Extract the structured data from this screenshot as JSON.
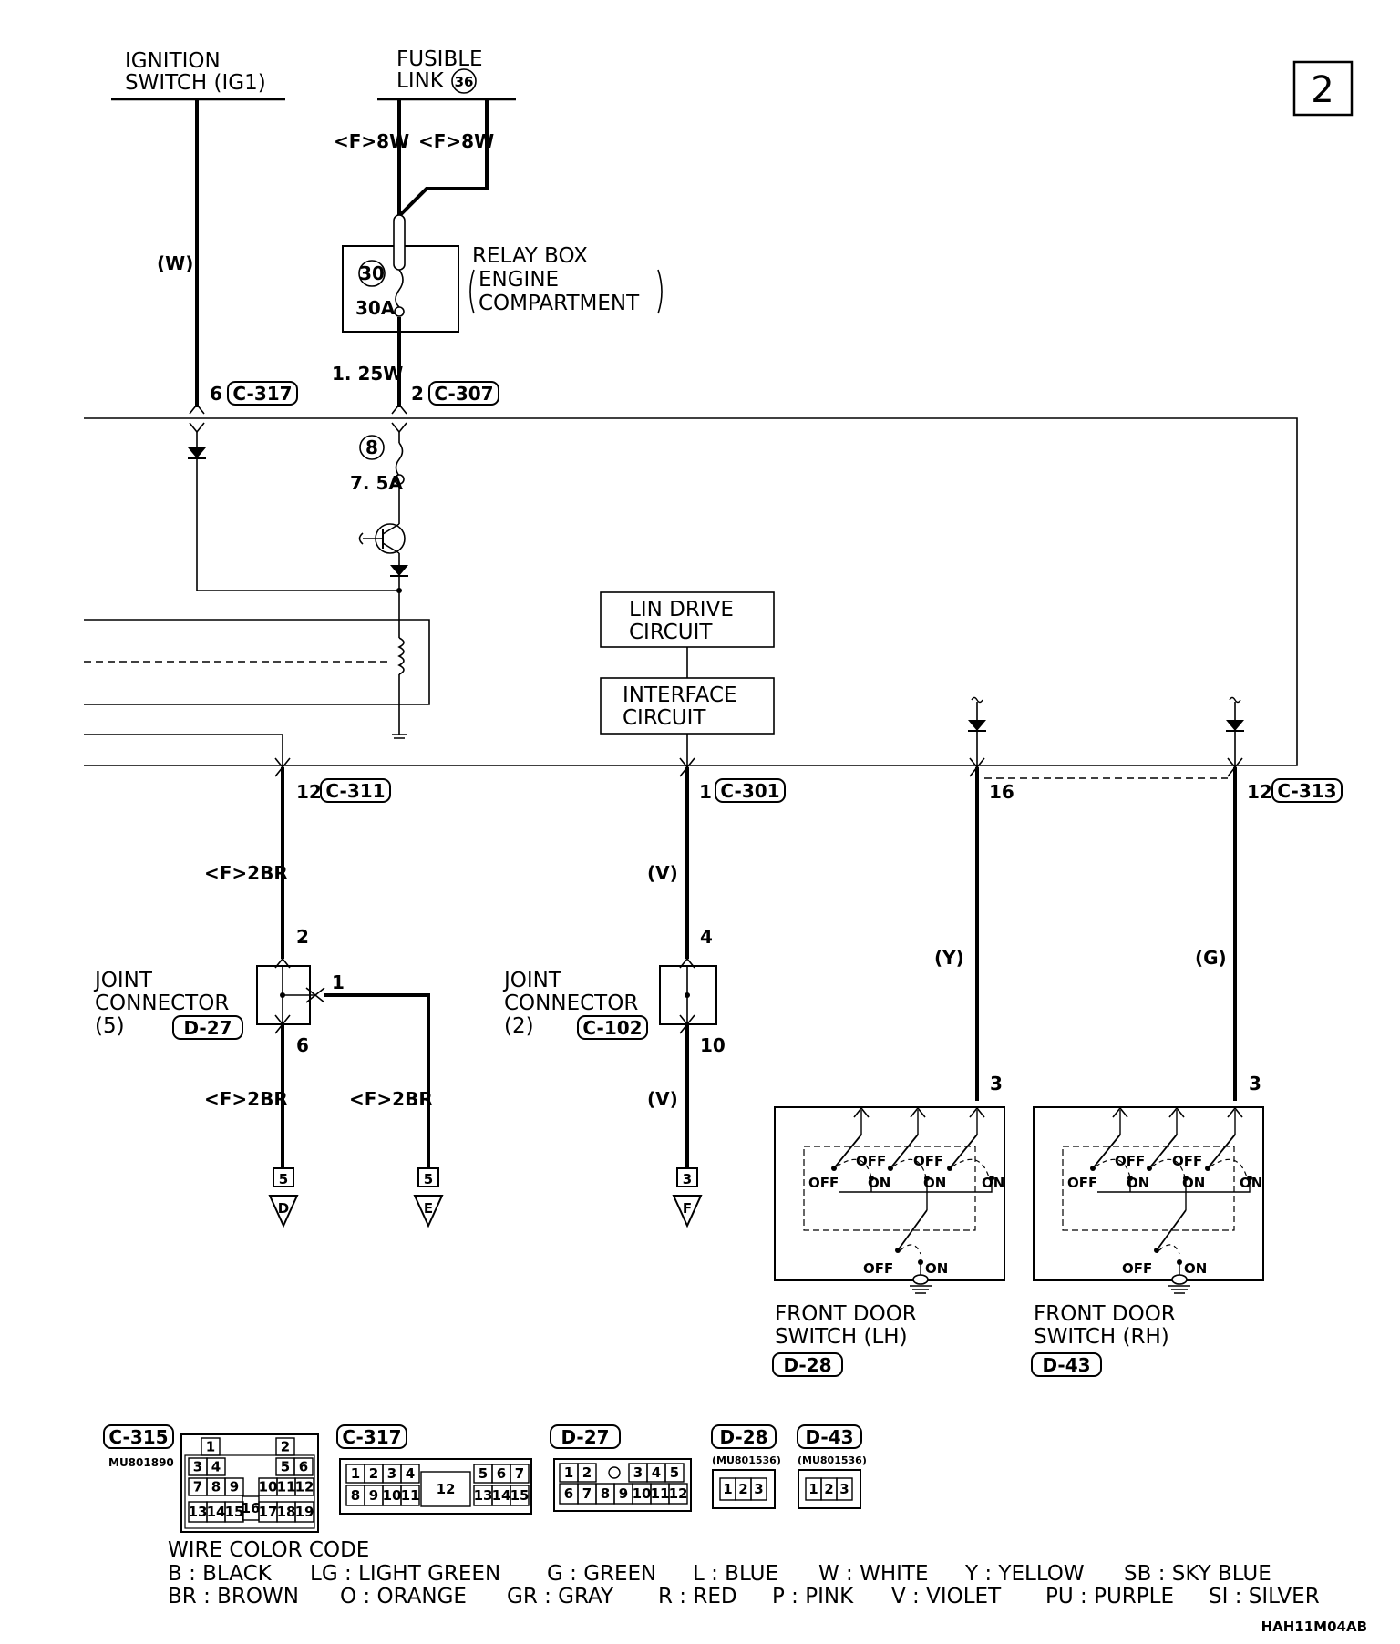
{
  "page_number": "2",
  "sources": {
    "ignition": [
      "IGNITION",
      "SWITCH (IG1)"
    ],
    "fusible": [
      "FUSIBLE",
      "LINK"
    ],
    "fusible_num": "36"
  },
  "wires": {
    "f8w_left": "<F>8W",
    "f8w_right": "<F>8W",
    "w": "(W)",
    "w125": "1. 25W",
    "f2br_a": "<F>2BR",
    "f2br_b": "<F>2BR",
    "f2br_c": "<F>2BR",
    "v_a": "(V)",
    "v_b": "(V)",
    "y": "(Y)",
    "g": "(G)"
  },
  "relay_box": {
    "title": "RELAY BOX",
    "sub1": "ENGINE",
    "sub2": "COMPARTMENT",
    "num": "30",
    "rating": "30A"
  },
  "fuse8": {
    "num": "8",
    "rating": "7. 5A"
  },
  "connectors": {
    "c317_pin": "6",
    "c317": "C-317",
    "c307_pin": "2",
    "c307": "C-307",
    "c311_pin": "12",
    "c311": "C-311",
    "c301_pin": "1",
    "c301": "C-301",
    "c313_pin16": "16",
    "c313_pin12": "12",
    "c313": "C-313"
  },
  "circuits": {
    "lin1": "LIN DRIVE",
    "lin2": "CIRCUIT",
    "intf1": "INTERFACE",
    "intf2": "CIRCUIT"
  },
  "joint5": {
    "t1": "JOINT",
    "t2": "CONNECTOR",
    "t3": "(5)",
    "id": "D-27",
    "pin_in": "2",
    "pin_out": "6",
    "pin_side": "1"
  },
  "joint2": {
    "t1": "JOINT",
    "t2": "CONNECTOR",
    "t3": "(2)",
    "id": "C-102",
    "pin_in": "4",
    "pin_out": "10"
  },
  "terminals": {
    "d": {
      "num": "5",
      "letter": "D"
    },
    "e": {
      "num": "5",
      "letter": "E"
    },
    "f": {
      "num": "3",
      "letter": "F"
    }
  },
  "door_lh": {
    "pin": "3",
    "t1": "FRONT DOOR",
    "t2": "SWITCH (LH)",
    "id": "D-28"
  },
  "door_rh": {
    "pin": "3",
    "t1": "FRONT DOOR",
    "t2": "SWITCH (RH)",
    "id": "D-43"
  },
  "switch_labels": {
    "off": "OFF",
    "on": "ON"
  },
  "connector_views": {
    "c315": {
      "id": "C-315",
      "part": "MU801890",
      "pins": [
        "1",
        "2",
        "3",
        "4",
        "5",
        "6",
        "7",
        "8",
        "9",
        "10",
        "11",
        "12",
        "13",
        "14",
        "15",
        "16",
        "17",
        "18",
        "19"
      ]
    },
    "c317": {
      "id": "C-317",
      "pins": [
        "1",
        "2",
        "3",
        "4",
        "5",
        "6",
        "7",
        "8",
        "9",
        "10",
        "11",
        "12",
        "13",
        "14",
        "15"
      ]
    },
    "d27": {
      "id": "D-27",
      "pins": [
        "1",
        "2",
        "3",
        "4",
        "5",
        "6",
        "7",
        "8",
        "9",
        "10",
        "11",
        "12"
      ]
    },
    "d28": {
      "id": "D-28",
      "part": "(MU801536)",
      "pins": [
        "1",
        "2",
        "3"
      ]
    },
    "d43": {
      "id": "D-43",
      "part": "(MU801536)",
      "pins": [
        "1",
        "2",
        "3"
      ]
    }
  },
  "legend": {
    "title": "WIRE COLOR CODE",
    "row1": [
      "B : BLACK",
      "LG : LIGHT GREEN",
      "G : GREEN",
      "L : BLUE",
      "W : WHITE",
      "Y : YELLOW",
      "SB : SKY BLUE"
    ],
    "row2": [
      "BR : BROWN",
      "O : ORANGE",
      "GR : GRAY",
      "R : RED",
      "P : PINK",
      "V : VIOLET",
      "PU : PURPLE",
      "SI : SILVER"
    ]
  },
  "code": "HAH11M04AB"
}
